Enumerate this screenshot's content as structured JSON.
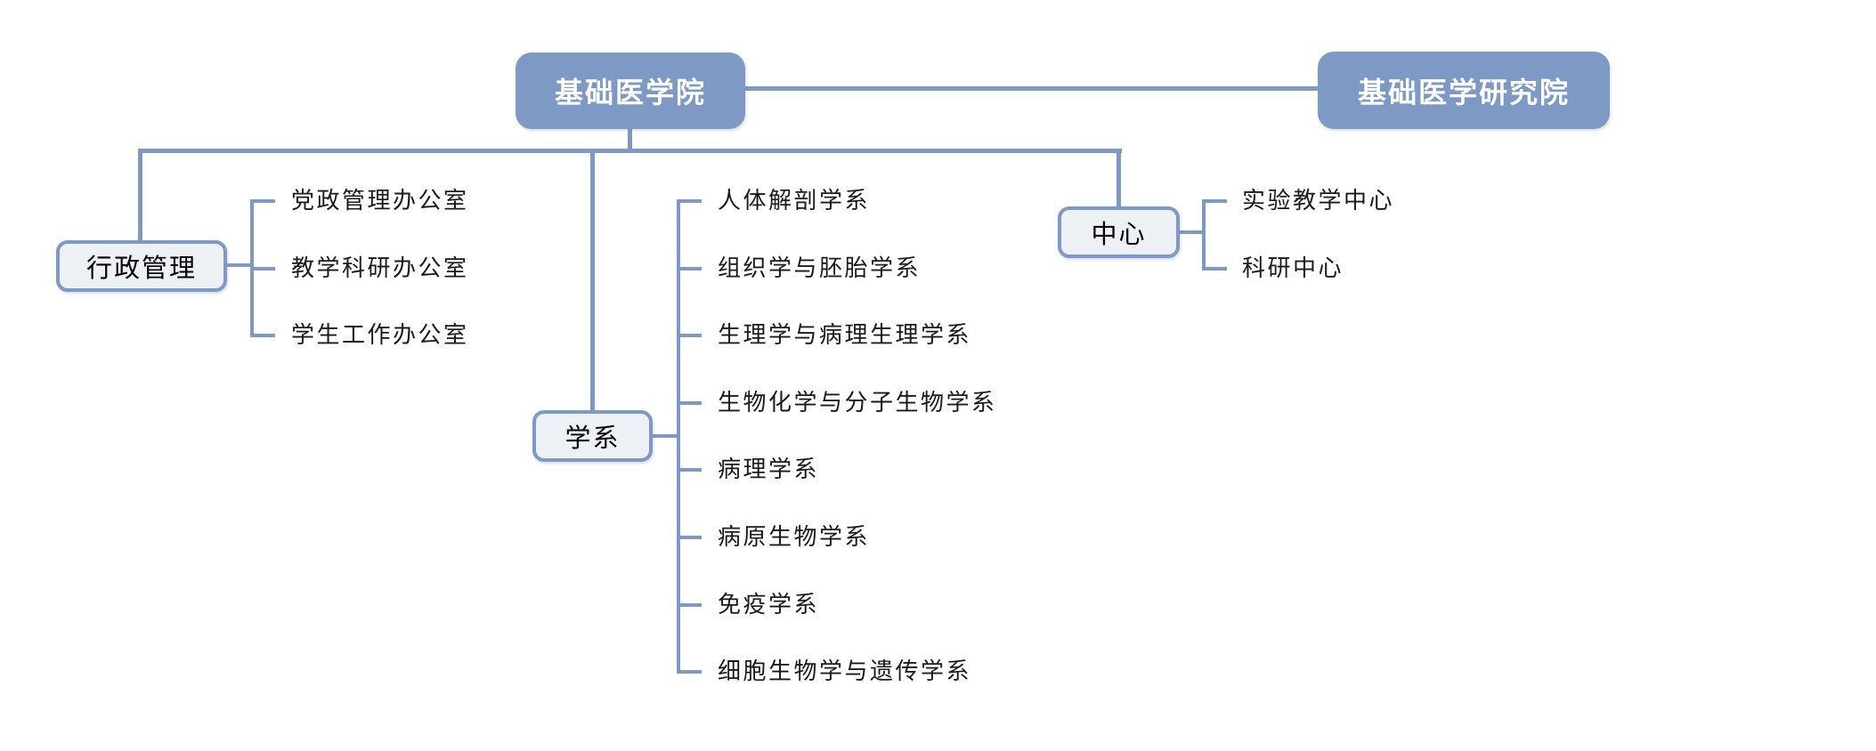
{
  "colors": {
    "accent": "#7E9AC4",
    "line": "#7E9AC4",
    "light_fill": "#EDF0F5",
    "item_text": "#1a1a1a",
    "node_text_solid": "#ffffff",
    "node_text_light": "#000000"
  },
  "org": {
    "root": {
      "label": "基础医学院"
    },
    "affiliate": {
      "label": "基础医学研究院"
    },
    "groups": [
      {
        "label": "行政管理",
        "items": [
          "党政管理办公室",
          "教学科研办公室",
          "学生工作办公室"
        ]
      },
      {
        "label": "学系",
        "items": [
          "人体解剖学系",
          "组织学与胚胎学系",
          "生理学与病理生理学系",
          "生物化学与分子生物学系",
          "病理学系",
          "病原生物学系",
          "免疫学系",
          "细胞生物学与遗传学系"
        ]
      },
      {
        "label": "中心",
        "items": [
          "实验教学中心",
          "科研中心"
        ]
      }
    ]
  }
}
